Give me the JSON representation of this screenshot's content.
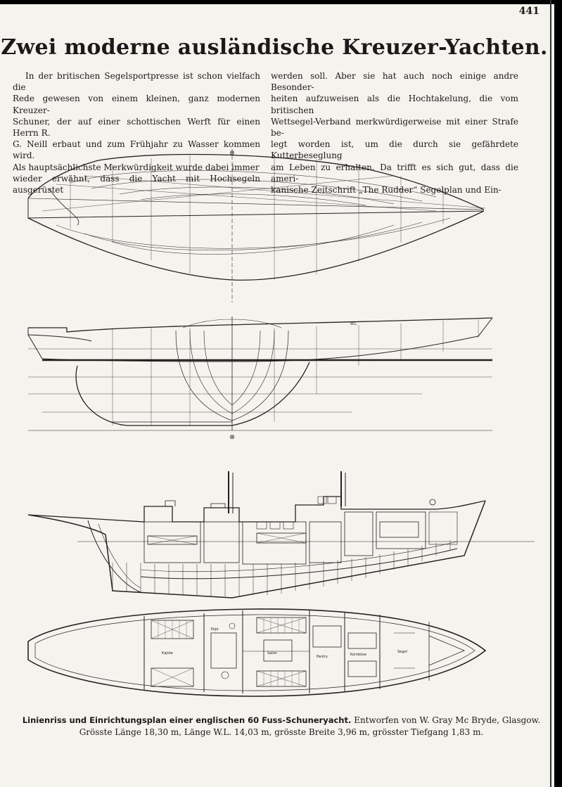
{
  "page": {
    "number": "441",
    "title": "Zwei moderne ausländische Kreuzer-Yachten."
  },
  "text": {
    "left": [
      "In der britischen Segelsportpresse ist schon vielfach die",
      "Rede gewesen von einem kleinen, ganz modernen Kreuzer-",
      "Schuner, der auf einer schottischen Werft für einen Herrn R.",
      "G. Neill erbaut und zum Frühjahr zu Wasser kommen wird.",
      "Als hauptsächlichste Merkwürdigkeit wurde dabei immer",
      "wieder erwähnt, dass die Yacht mit Hochsegeln ausgerüstet"
    ],
    "right": [
      "werden soll. Aber sie hat auch noch einige andre Besonder-",
      "heiten aufzuweisen als die Hochtakelung, die vom britischen",
      "Wettsegel-Verband merkwürdigerweise mit einer Strafe be-",
      "legt worden ist, um die durch sie gefährdete Kutterbeseglung",
      "am Leben zu erhalten. Da trifft es sich gut, dass die ameri-",
      "kanische Zeitschrift „The Rudder“ Segelplan und Ein-"
    ]
  },
  "figure": {
    "top_symbol": "⊗",
    "bottom_symbol": "⊗",
    "profile_mark": "W.L.",
    "room_labels": {
      "salon": "Salon",
      "cabin": "Kajüte",
      "pantry": "Pantry",
      "galley": "Kombüse",
      "bunk": "Koje",
      "store": "Segel"
    }
  },
  "caption": {
    "bold": "Linienriss und Einrichtungsplan einer englischen 60 Fuss-Schuneryacht.",
    "rest": "Entworfen von W. Gray Mc Bryde, Glasgow.",
    "line2": "Grösste Länge 18,30 m, Länge W.L. 14,03 m, grösste Breite 3,96 m, grösster Tiefgang 1,83 m."
  }
}
